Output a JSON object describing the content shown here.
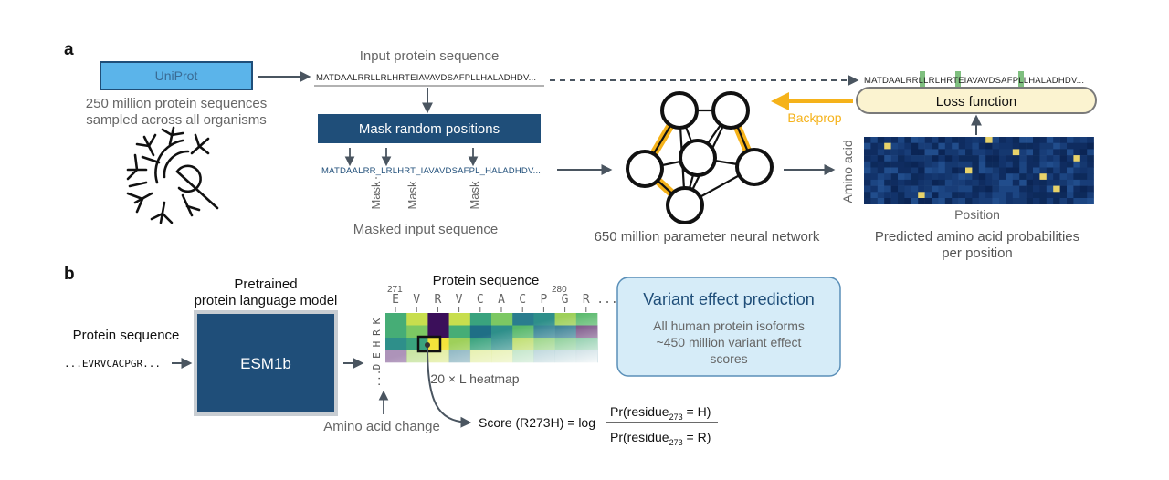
{
  "panel_a": {
    "letter": "a",
    "uniprot_label": "UniProt",
    "uniprot_caption_line1": "250 million protein sequences",
    "uniprot_caption_line2": "sampled across all organisms",
    "input_title": "Input protein sequence",
    "input_sequence": "MATDAALRRLLRLHRTEIAVAVDSAFPLLHALADHDV...",
    "mask_box_label": "Mask random positions",
    "masked_sequence": "MATDAALRR_LRLHRT_IAVAVDSAFPL_HALADHDV...",
    "mask_word": "Mask",
    "masked_caption": "Masked input sequence",
    "network_caption": "650 million parameter neural network",
    "output_sequence": "MATDAALRRLLRLHRTEIAVAVDSAFPLLHALADHDV...",
    "loss_label": "Loss function",
    "backprop_label": "Backprop",
    "axis_y": "Amino acid",
    "axis_x": "Position",
    "pred_caption_line1": "Predicted amino acid probabilities",
    "pred_caption_line2": "per position",
    "colors": {
      "uniprot_fill": "#5bb4ea",
      "dark_blue": "#1f4e79",
      "sequence_blue": "#1f4e79",
      "orange": "#f5b21a",
      "loss_fill": "#fbf3d0",
      "heatmap_base": "#0d2a5b",
      "mask_green": "#7fbf7f"
    }
  },
  "panel_b": {
    "letter": "b",
    "model_title_line1": "Pretrained",
    "model_title_line2": "protein language model",
    "protein_seq_label": "Protein sequence",
    "protein_seq_value": "...EVRVCACPGR...",
    "model_label": "ESM1b",
    "heatmap_title": "Protein sequence",
    "pos_start": "271",
    "pos_end": "280",
    "residues": [
      "E",
      "V",
      "R",
      "V",
      "C",
      "A",
      "C",
      "P",
      "G",
      "R",
      "..."
    ],
    "aa_rows": [
      "K",
      "R",
      "H",
      "E",
      "D",
      "..."
    ],
    "heatmap_caption": "20 × L heatmap",
    "aa_change_label": "Amino acid change",
    "score_lhs": "Score (R273H) = log",
    "score_num": "Pr(residue273 = H)",
    "score_den": "Pr(residue273 = R)",
    "vep_title": "Variant effect prediction",
    "vep_line1": "All human protein isoforms",
    "vep_line2": "~450 million variant effect",
    "vep_line3": "scores",
    "colors": {
      "model_fill": "#1f4e79",
      "vep_fill": "#d6ecf8",
      "vep_border": "#5a8fb8",
      "vep_title": "#1f4e79"
    }
  }
}
